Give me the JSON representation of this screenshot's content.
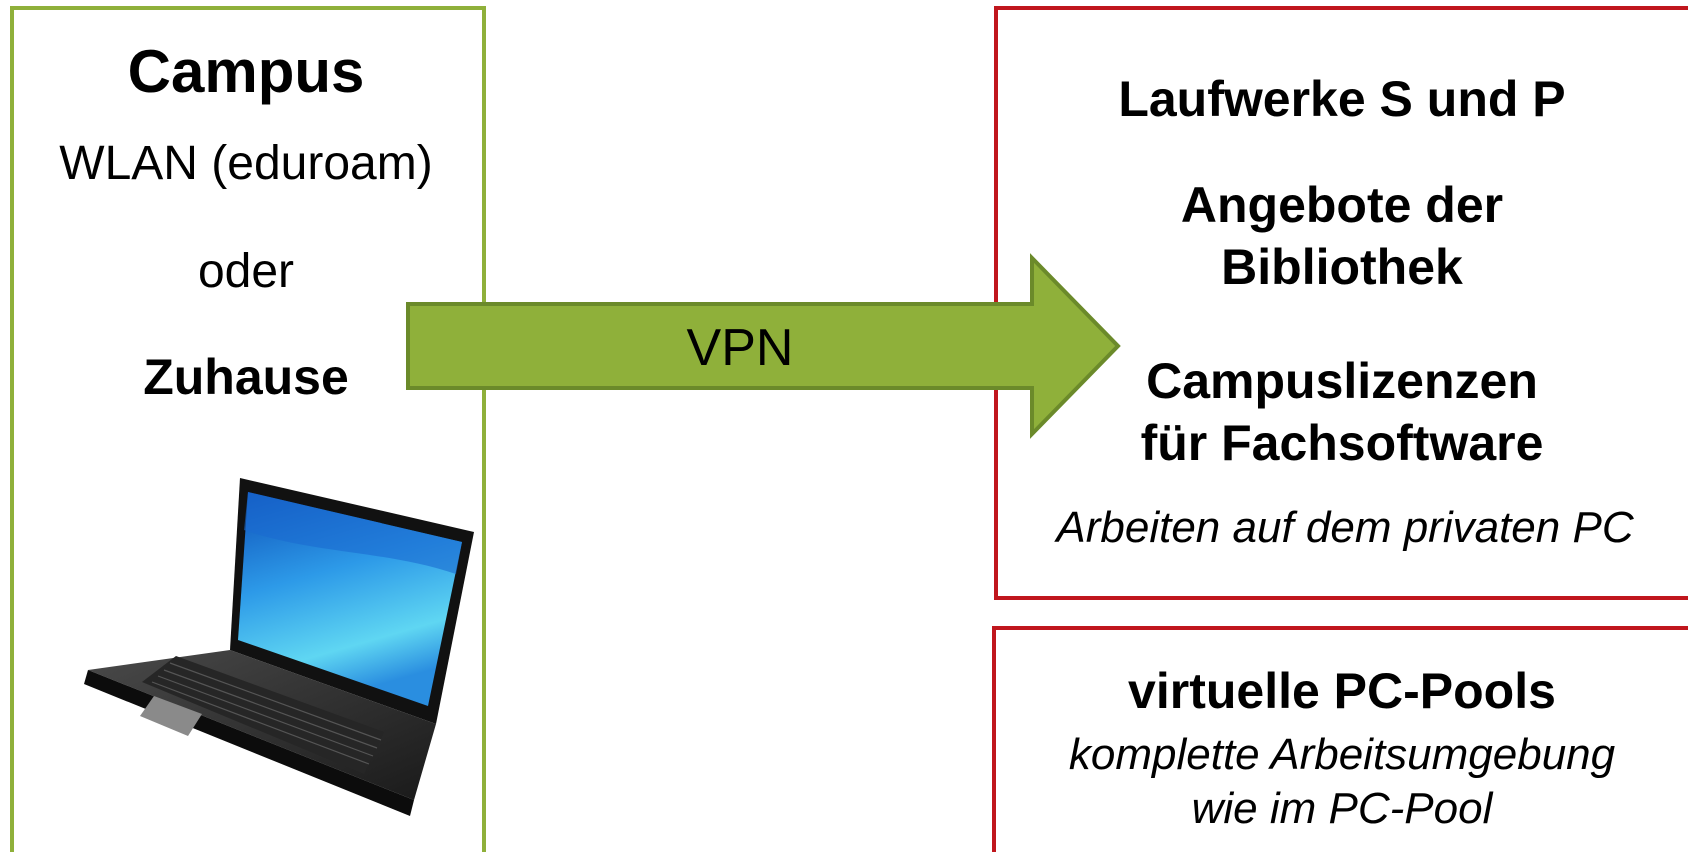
{
  "left_panel": {
    "title": "Campus",
    "line1": "WLAN (eduroam)",
    "line2": "oder",
    "line3": "Zuhause",
    "border_color": "#8fb03a",
    "icon": "laptop-icon"
  },
  "arrow": {
    "label": "VPN",
    "fill_color": "#8fb03a",
    "stroke_color": "#6b8a2a"
  },
  "right_top_panel": {
    "item1": "Laufwerke S und P",
    "item2": "Angebote der\nBibliothek",
    "item3": "Campuslizenzen\nfür Fachsoftware",
    "note": "Arbeiten auf dem privaten PC",
    "border_color": "#c0161d"
  },
  "right_bottom_panel": {
    "title": "virtuelle PC-Pools",
    "description": "komplette Arbeitsumgebung\nwie im PC-Pool",
    "border_color": "#c0161d"
  }
}
